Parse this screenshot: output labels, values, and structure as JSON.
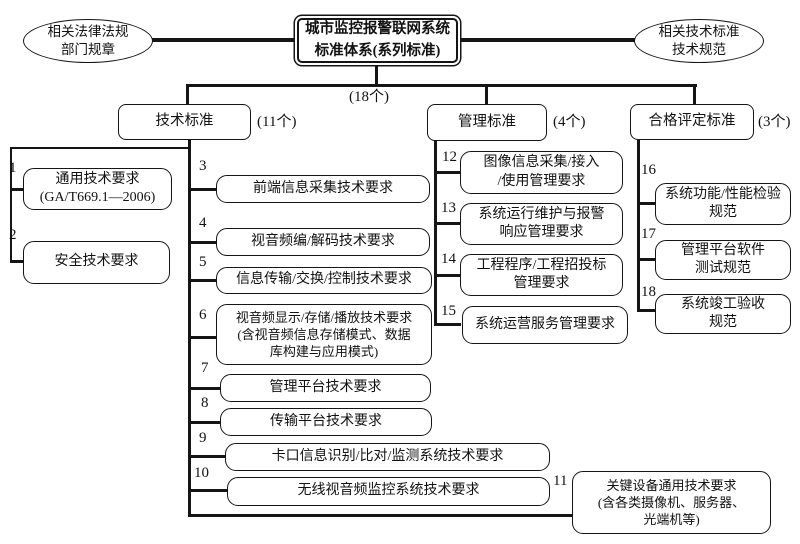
{
  "diagram": {
    "root": {
      "line1": "城市监控报警联网系统",
      "line2": "标准体系(系列标准)",
      "total_count": "(18个)"
    },
    "left_ellipse": {
      "line1": "相关法律法规",
      "line2": "部门规章"
    },
    "right_ellipse": {
      "line1": "相关技术标准",
      "line2": "技术规范"
    },
    "branches": [
      {
        "label": "技术标准",
        "count": "(11个)"
      },
      {
        "label": "管理标准",
        "count": "(4个)"
      },
      {
        "label": "合格评定标准",
        "count": "(3个)"
      }
    ],
    "items": [
      {
        "num": "1",
        "lines": [
          "通用技术要求",
          "(GA/T669.1—2006)"
        ]
      },
      {
        "num": "2",
        "lines": [
          "安全技术要求"
        ]
      },
      {
        "num": "3",
        "lines": [
          "前端信息采集技术要求"
        ]
      },
      {
        "num": "4",
        "lines": [
          "视音频编/解码技术要求"
        ]
      },
      {
        "num": "5",
        "lines": [
          "信息传输/交换/控制技术要求"
        ]
      },
      {
        "num": "6",
        "lines": [
          "视音频显示/存储/播放技术要求",
          "(含视音频信息存储模式、数据",
          "库构建与应用模式)"
        ]
      },
      {
        "num": "7",
        "lines": [
          "管理平台技术要求"
        ]
      },
      {
        "num": "8",
        "lines": [
          "传输平台技术要求"
        ]
      },
      {
        "num": "9",
        "lines": [
          "卡口信息识别/比对/监测系统技术要求"
        ]
      },
      {
        "num": "10",
        "lines": [
          "无线视音频监控系统技术要求"
        ]
      },
      {
        "num": "11",
        "lines": [
          "关键设备通用技术要求",
          "(含各类摄像机、服务器、",
          "光端机等)"
        ]
      },
      {
        "num": "12",
        "lines": [
          "图像信息采集/接入",
          "/使用管理要求"
        ]
      },
      {
        "num": "13",
        "lines": [
          "系统运行维护与报警",
          "响应管理要求"
        ]
      },
      {
        "num": "14",
        "lines": [
          "工程程序/工程招投标",
          "管理要求"
        ]
      },
      {
        "num": "15",
        "lines": [
          "系统运营服务管理要求"
        ]
      },
      {
        "num": "16",
        "lines": [
          "系统功能/性能检验",
          "规范"
        ]
      },
      {
        "num": "17",
        "lines": [
          "管理平台软件",
          "测试规范"
        ]
      },
      {
        "num": "18",
        "lines": [
          "系统竣工验收",
          "规范"
        ]
      }
    ],
    "colors": {
      "line": "#151515",
      "background": "#ffffff"
    }
  }
}
